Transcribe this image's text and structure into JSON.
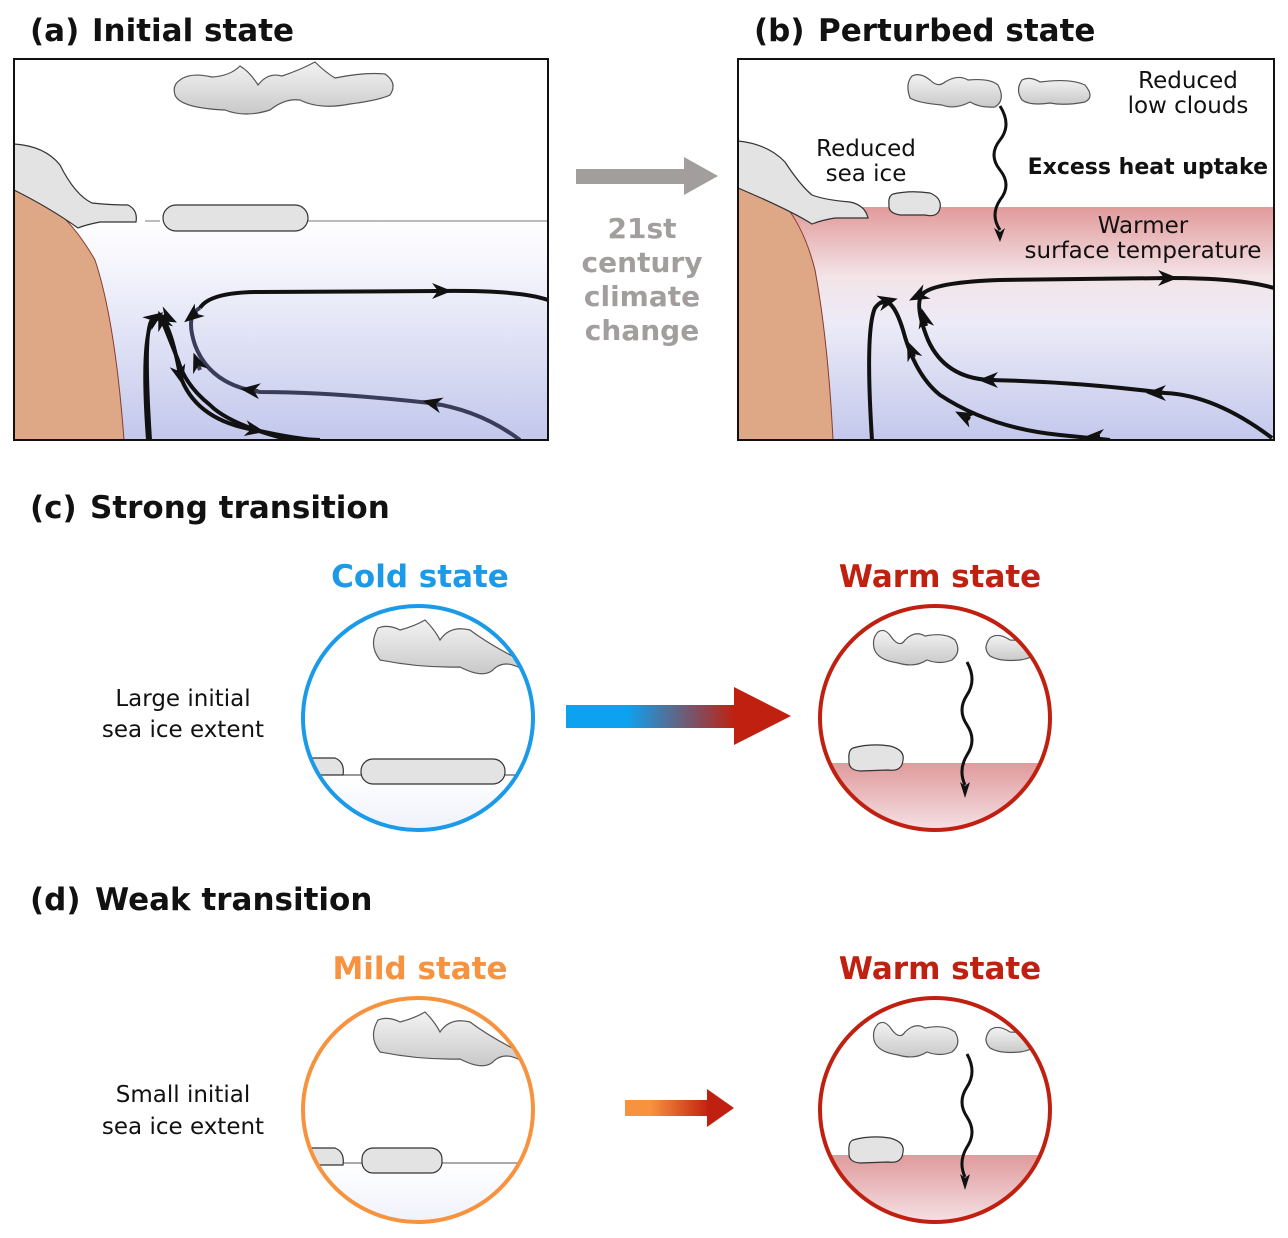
{
  "panels": {
    "a": {
      "label": "(a)",
      "title": "Initial state"
    },
    "b": {
      "label": "(b)",
      "title": "Perturbed state",
      "annotations": {
        "reduced_low_clouds": [
          "Reduced",
          "low clouds"
        ],
        "reduced_sea_ice": [
          "Reduced",
          "sea ice"
        ],
        "excess_heat_uptake": "Excess heat uptake",
        "warmer_surface": [
          "Warmer",
          "surface temperature"
        ]
      }
    },
    "transition": {
      "lines": [
        "21st",
        "century",
        "climate",
        "change"
      ]
    },
    "c": {
      "label": "(c)",
      "title": "Strong transition",
      "description": [
        "Large initial",
        "sea ice extent"
      ],
      "from_state": "Cold state",
      "to_state": "Warm state"
    },
    "d": {
      "label": "(d)",
      "title": "Weak transition",
      "description": [
        "Small initial",
        "sea ice extent"
      ],
      "from_state": "Mild state",
      "to_state": "Warm state"
    }
  },
  "colors": {
    "cold": "#1a9ae8",
    "mild": "#f7923e",
    "warm": "#c0200f",
    "land": "#dea886",
    "arrow_gray": "#a39e9e",
    "ocean_deep": "#c3c8ec",
    "warm_surface": "#e29a9a"
  }
}
